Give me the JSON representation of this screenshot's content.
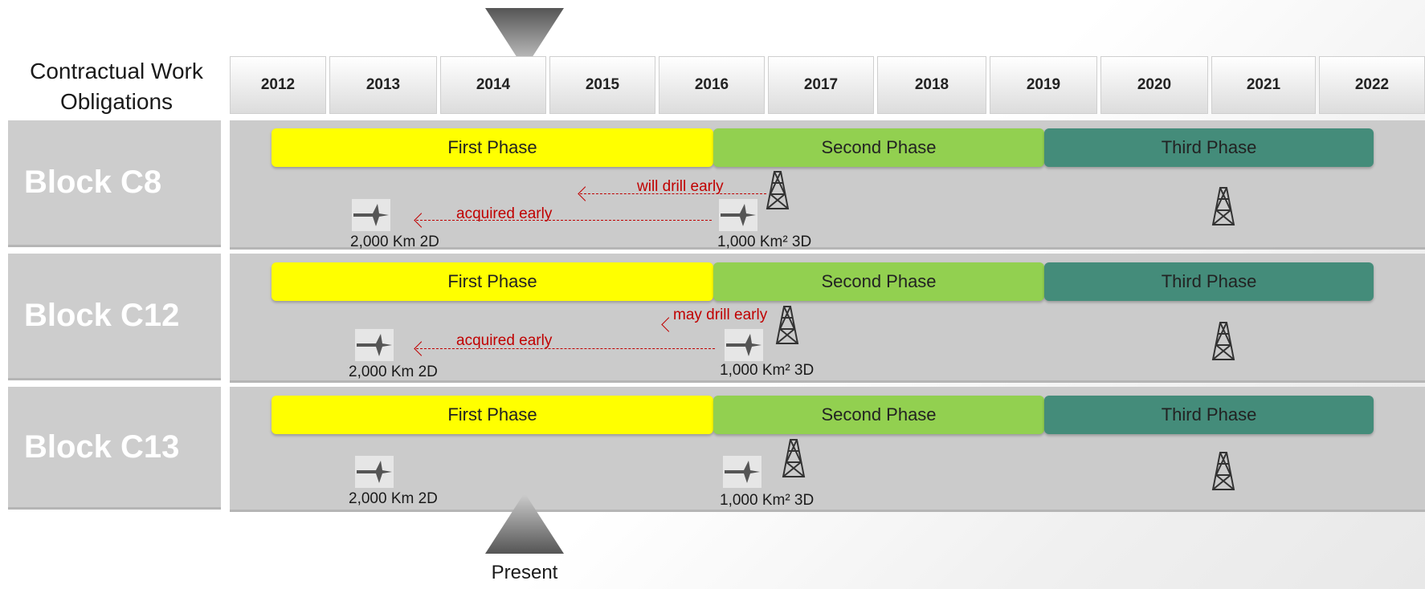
{
  "header": {
    "label": "Contractual Work Obligations"
  },
  "years": [
    "2012",
    "2013",
    "2014",
    "2015",
    "2016",
    "2017",
    "2018",
    "2019",
    "2020",
    "2021",
    "2022"
  ],
  "phases": {
    "first": "First Phase",
    "second": "Second Phase",
    "third": "Third Phase"
  },
  "blocks": [
    {
      "name": "Block C8",
      "survey_2d": "2,000 Km 2D",
      "survey_3d": "1,000 Km² 3D",
      "drill_note": "will drill early",
      "acquire_note": "acquired early"
    },
    {
      "name": "Block C12",
      "survey_2d": "2,000 Km 2D",
      "survey_3d": "1,000 Km² 3D",
      "drill_note": "may drill early",
      "acquire_note": "acquired early"
    },
    {
      "name": "Block C13",
      "survey_2d": "2,000 Km 2D",
      "survey_3d": "1,000 Km² 3D"
    }
  ],
  "present": {
    "label": "Present",
    "year": "2014"
  },
  "colors": {
    "first_phase": "#ffff00",
    "second_phase": "#92d050",
    "third_phase": "#448c7a",
    "annotation": "#c00000",
    "row_bg": "#cbcbcb"
  },
  "icons": {
    "survey": "seismic-survey-icon",
    "rig": "drilling-rig-icon",
    "marker": "present-marker-triangle"
  }
}
